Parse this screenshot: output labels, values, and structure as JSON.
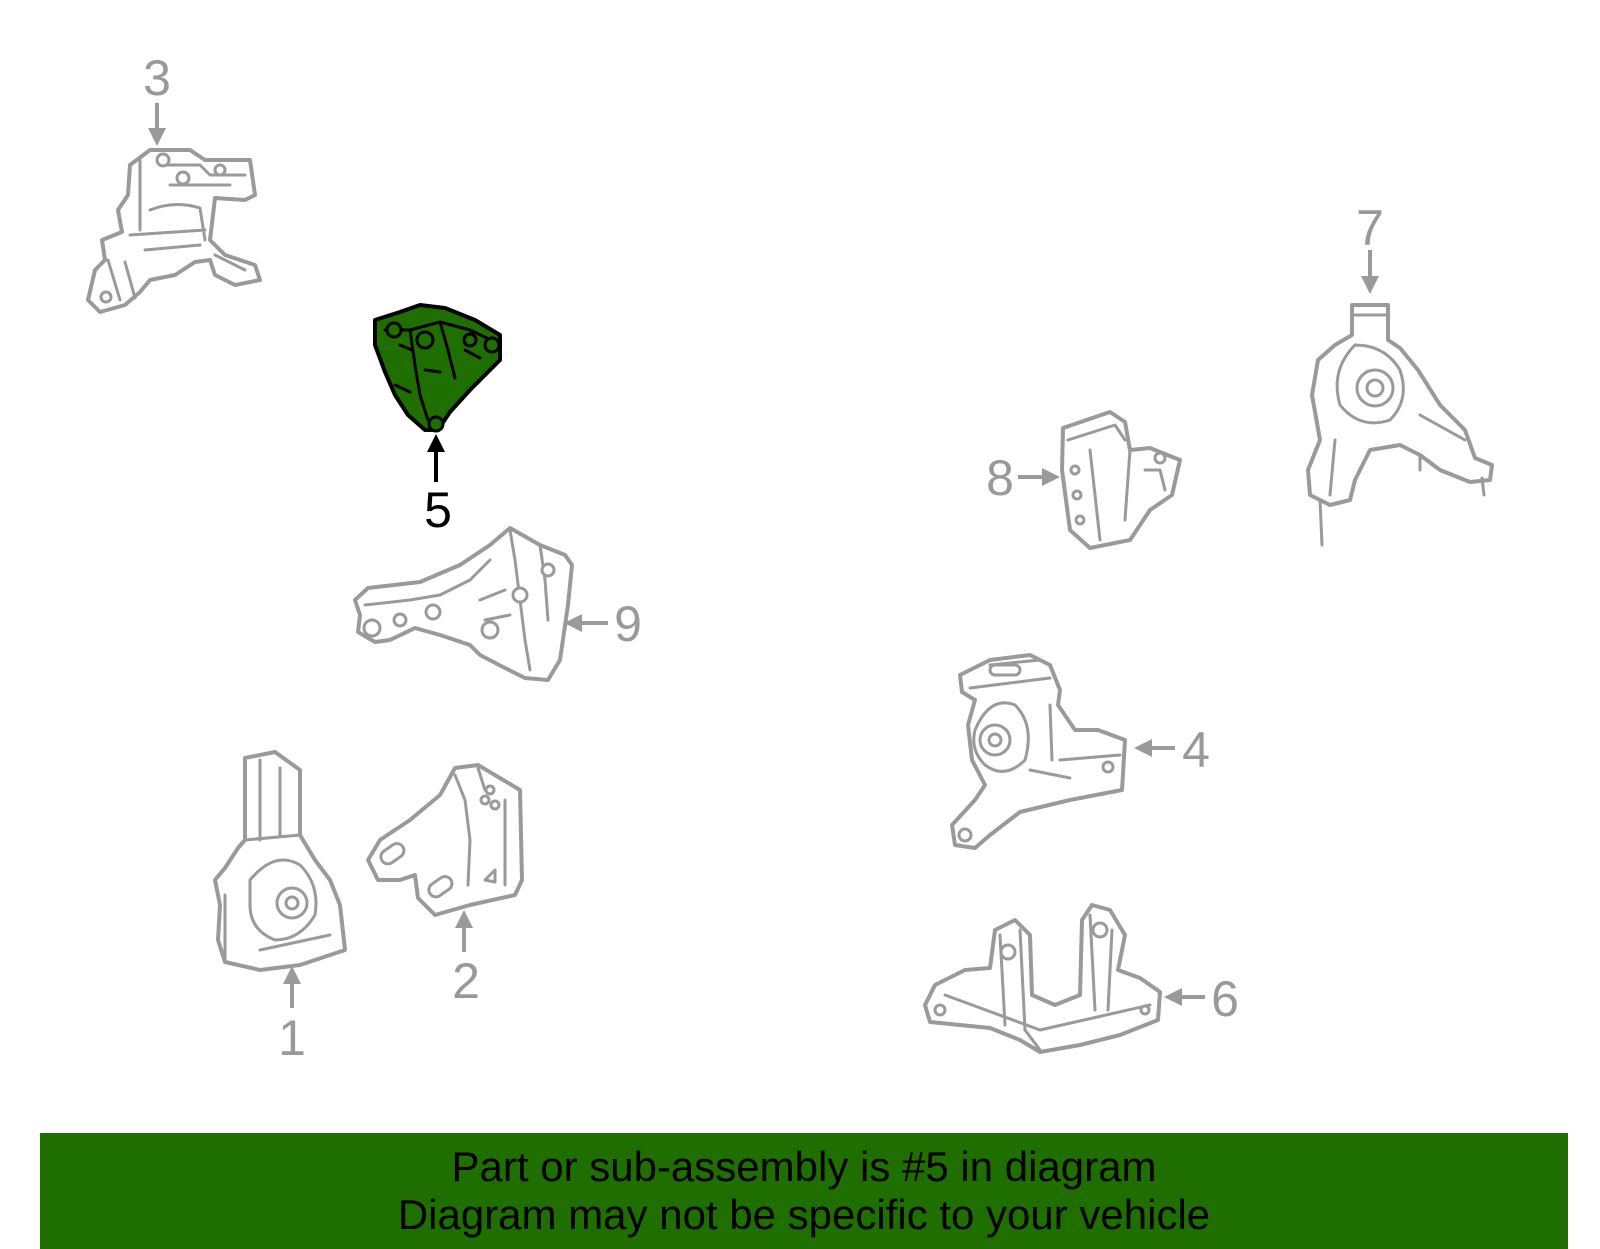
{
  "diagram": {
    "callouts": {
      "c1": "1",
      "c2": "2",
      "c3": "3",
      "c4": "4",
      "c5": "5",
      "c6": "6",
      "c7": "7",
      "c8": "8",
      "c9": "9"
    },
    "highlighted_part": "5",
    "colors": {
      "highlight": "#1f6f00",
      "outline": "#9a9a9a",
      "banner": "#1f6f00"
    }
  },
  "banner": {
    "line1": "Part or sub-assembly is #5 in diagram",
    "line2": "Diagram may not be specific to your vehicle"
  }
}
